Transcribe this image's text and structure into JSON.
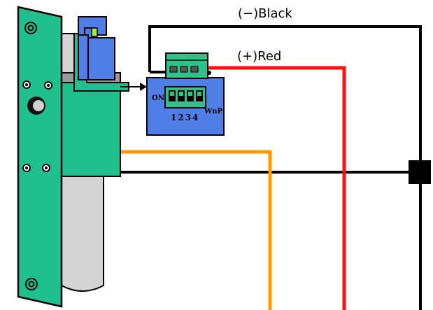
{
  "labels": {
    "negative_wire": "(−)Black",
    "positive_wire": "(+)Red"
  },
  "module": {
    "on_label": "ON",
    "switch_numbers": "1234",
    "wnp_label": "WnP"
  },
  "colors": {
    "plate": "#1fc08e",
    "module": "#4f7fe6",
    "switch_green": "#2ec28a",
    "wire_black": "#000000",
    "wire_red": "#ff1010",
    "wire_orange": "#ff9900",
    "cylinder": "#d4d4d4"
  }
}
